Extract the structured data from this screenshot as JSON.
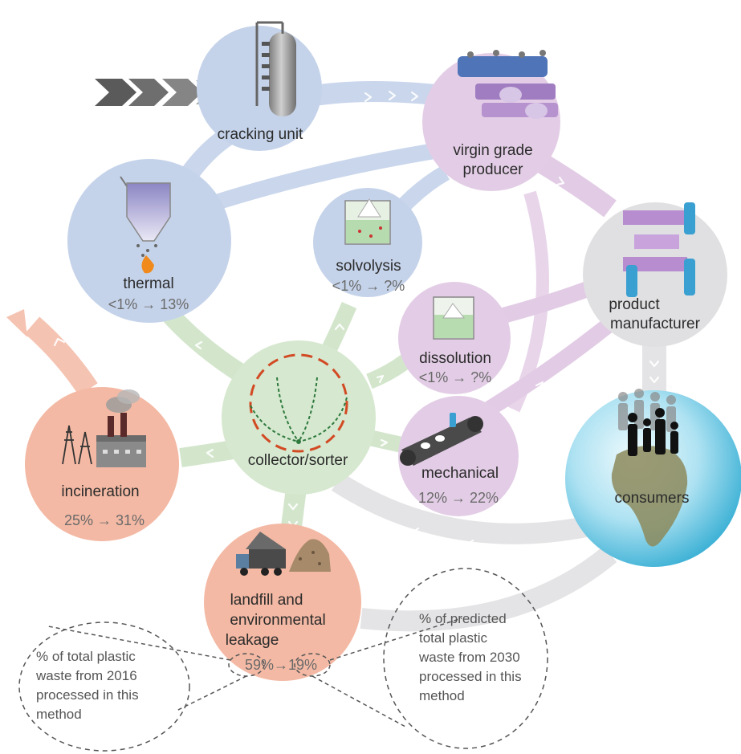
{
  "nodes": {
    "cracking_unit": {
      "label": "cracking unit"
    },
    "virgin_grade_producer": {
      "label_line1": "virgin grade",
      "label_line2": "producer"
    },
    "thermal": {
      "label": "thermal",
      "pct_2016": "<1%",
      "pct_2030": "13%"
    },
    "solvolysis": {
      "label": "solvolysis",
      "pct_2016": "<1%",
      "pct_2030": "?%"
    },
    "product_manufacturer": {
      "label_line1": "product",
      "label_line2": "manufacturer"
    },
    "dissolution": {
      "label": "dissolution",
      "pct_2016": "<1%",
      "pct_2030": "?%"
    },
    "collector_sorter": {
      "label": "collector/sorter"
    },
    "mechanical": {
      "label": "mechanical",
      "pct_2016": "12%",
      "pct_2030": "22%"
    },
    "incineration": {
      "label": "incineration",
      "pct_2016": "25%",
      "pct_2030": "31%"
    },
    "consumers": {
      "label": "consumers"
    },
    "landfill": {
      "label_line1": "landfill and",
      "label_line2": "environmental",
      "label_line3": "leakage",
      "pct_2016": "59%",
      "pct_2030": "19%"
    }
  },
  "arrow_glyph": "→",
  "legend": {
    "left_note": [
      "% of total plastic",
      "waste from 2016",
      "processed in this",
      "method"
    ],
    "right_note": [
      "% of predicted",
      "total plastic",
      "waste from 2030",
      "processed in this",
      "method"
    ]
  },
  "colors": {
    "blue_node": "#c5d3ea",
    "blue_flow": "#c9d6ec",
    "purple_node": "#e3cde6",
    "purple_flow": "#e2cbe5",
    "green_node": "#d6e8cf",
    "green_flow": "#d3e6cc",
    "salmon_node": "#f3b9a4",
    "salmon_flow": "#f5c3b1",
    "gray_node": "#e0e0e2",
    "gray_flow": "#e4e4e6",
    "globe_light": "#e7f6fb",
    "globe_dark": "#3fb2d6"
  },
  "icons": [
    "feedstock-input-arrow-icon",
    "distillation-column-icon",
    "polymer-reactor-icon",
    "pyrolysis-reactor-icon",
    "solvent-beaker-icon",
    "bottle-conveyor-icon",
    "dissolution-beaker-icon",
    "sorting-circle-icon",
    "conveyor-belt-icon",
    "power-plant-icon",
    "dump-truck-icon",
    "globe-icon",
    "people-icon"
  ]
}
